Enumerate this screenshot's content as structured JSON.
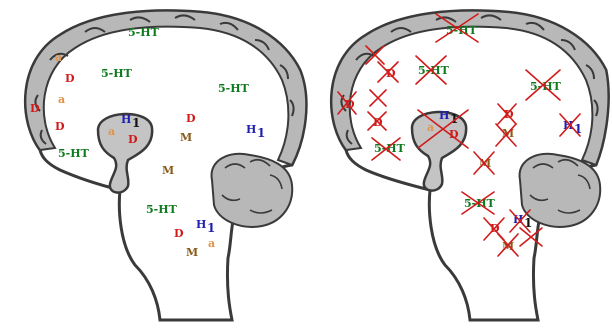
{
  "colors": {
    "background": "#ffffff",
    "outline": "#3a3a3a",
    "cortex_fill": "#b8b8b8",
    "cortex_light": "#d7d7d7",
    "serotonin": "#0d7a1e",
    "dopamine": "#d11b1b",
    "adrenergic": "#e3924a",
    "histamine": "#1f1fb0",
    "muscarinic": "#8a5a1a",
    "cross": "#d11b1b"
  },
  "labels": {
    "five_ht": "5-HT",
    "d": "D",
    "a": "a",
    "m": "M",
    "h": "H",
    "h_sub": "1"
  }
}
